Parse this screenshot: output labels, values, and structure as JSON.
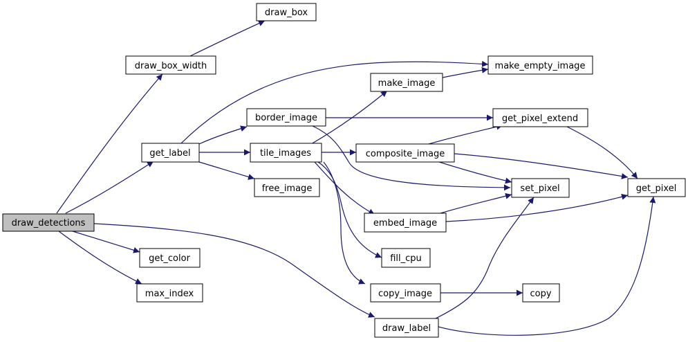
{
  "nodes": {
    "draw_detections": {
      "label": "draw_detections",
      "root": true
    },
    "draw_box_width": {
      "label": "draw_box_width"
    },
    "draw_box": {
      "label": "draw_box"
    },
    "get_label": {
      "label": "get_label"
    },
    "border_image": {
      "label": "border_image"
    },
    "tile_images": {
      "label": "tile_images"
    },
    "free_image": {
      "label": "free_image"
    },
    "make_image": {
      "label": "make_image"
    },
    "make_empty_image": {
      "label": "make_empty_image"
    },
    "get_pixel_extend": {
      "label": "get_pixel_extend"
    },
    "composite_image": {
      "label": "composite_image"
    },
    "set_pixel": {
      "label": "set_pixel"
    },
    "get_pixel": {
      "label": "get_pixel"
    },
    "embed_image": {
      "label": "embed_image"
    },
    "fill_cpu": {
      "label": "fill_cpu"
    },
    "copy_image": {
      "label": "copy_image"
    },
    "copy": {
      "label": "copy"
    },
    "get_color": {
      "label": "get_color"
    },
    "max_index": {
      "label": "max_index"
    },
    "draw_label": {
      "label": "draw_label"
    }
  },
  "edges": [
    [
      "draw_detections",
      "draw_box_width"
    ],
    [
      "draw_detections",
      "get_label"
    ],
    [
      "draw_detections",
      "get_color"
    ],
    [
      "draw_detections",
      "max_index"
    ],
    [
      "draw_detections",
      "draw_label"
    ],
    [
      "draw_box_width",
      "draw_box"
    ],
    [
      "get_label",
      "make_empty_image"
    ],
    [
      "get_label",
      "border_image"
    ],
    [
      "get_label",
      "tile_images"
    ],
    [
      "get_label",
      "free_image"
    ],
    [
      "border_image",
      "get_pixel_extend"
    ],
    [
      "border_image",
      "set_pixel"
    ],
    [
      "tile_images",
      "make_image"
    ],
    [
      "tile_images",
      "composite_image"
    ],
    [
      "tile_images",
      "embed_image"
    ],
    [
      "tile_images",
      "fill_cpu"
    ],
    [
      "tile_images",
      "copy_image"
    ],
    [
      "make_image",
      "make_empty_image"
    ],
    [
      "composite_image",
      "get_pixel_extend"
    ],
    [
      "composite_image",
      "get_pixel"
    ],
    [
      "composite_image",
      "set_pixel"
    ],
    [
      "get_pixel_extend",
      "get_pixel"
    ],
    [
      "embed_image",
      "set_pixel"
    ],
    [
      "embed_image",
      "get_pixel"
    ],
    [
      "copy_image",
      "copy"
    ],
    [
      "draw_label",
      "set_pixel"
    ],
    [
      "draw_label",
      "get_pixel"
    ]
  ],
  "colors": {
    "edge": "#191970",
    "node_border": "#000000",
    "node_fill": "#ffffff",
    "root_fill": "#bfbfbf"
  }
}
